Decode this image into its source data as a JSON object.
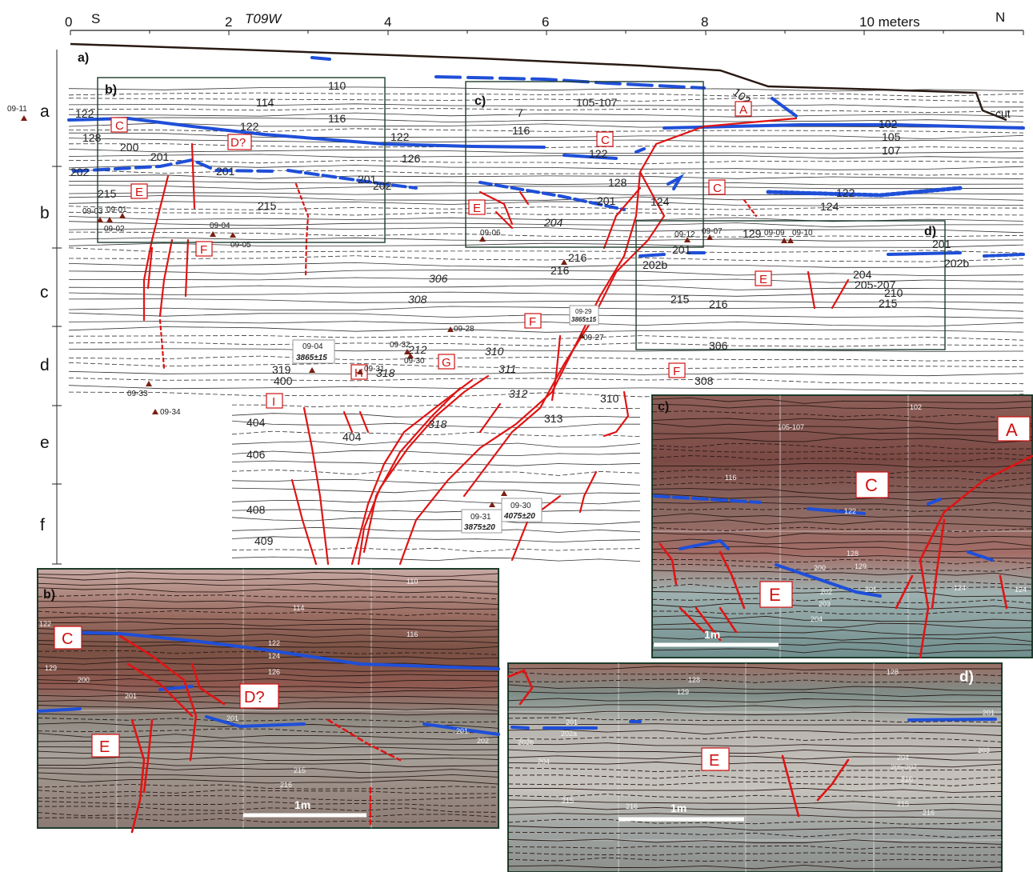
{
  "axis": {
    "title": "T09W",
    "left_label": "S",
    "right_label": "N",
    "ticks": [
      "0",
      "2",
      "4",
      "6",
      "8",
      "10 meters"
    ]
  },
  "row_letters": [
    "a",
    "b",
    "c",
    "d",
    "e",
    "f"
  ],
  "panels": {
    "main": "a)",
    "b_box": "b)",
    "c_box": "c)",
    "d_box": "d)",
    "photo_b": "b)",
    "photo_c": "c)",
    "photo_d": "d)"
  },
  "annotations": {
    "cut": "cut",
    "scale_bar": "1m"
  },
  "event_labels": {
    "A": "A",
    "C": "C",
    "D": "D?",
    "E": "E",
    "F": "F",
    "G": "G",
    "H": "H",
    "I": "I"
  },
  "units": {
    "u110": "110",
    "u114": "114",
    "u116": "116",
    "u122": "122",
    "u128": "128",
    "u200": "200",
    "u201": "201",
    "u202": "202",
    "u215": "215",
    "u7": "7",
    "u105_107": "105-107",
    "u126": "126",
    "u204": "204",
    "u124": "124",
    "u102": "102",
    "u105": "105",
    "u107": "107",
    "u129": "129",
    "u202b": "202b",
    "u216": "216",
    "u205_207": "205-207",
    "u210": "210",
    "u306": "306",
    "u308": "308",
    "u310": "310",
    "u311": "311",
    "u312": "312",
    "u313": "313",
    "u318": "318",
    "u319": "319",
    "u400": "400",
    "u404": "404",
    "u406": "406",
    "u408": "408",
    "u409": "409",
    "u212": "212",
    "u200_photo": "200",
    "u203": "203",
    "u202a": "202a"
  },
  "samples": {
    "s0911": "09-11",
    "s0903": "09-03",
    "s0901": "09-01",
    "s0902": "09-02",
    "s0904": "09-04",
    "s0905": "09-05",
    "s0906": "09-06",
    "s0912": "09-12",
    "s0907": "09-07",
    "s0909": "09-09",
    "s0910": "09-10",
    "s0929": "09-29",
    "s0927": "09-27",
    "s0928": "09-28",
    "s0932": "09-32",
    "s0930": "09-30",
    "s0931": "09-31",
    "s0933": "09-33",
    "s0934": "09-34"
  },
  "ages": {
    "a0904": "3865±15",
    "a0929": "3865±15",
    "a0931": "3875±20",
    "a0930": "4075±20"
  },
  "colors": {
    "fault": "#e01414",
    "marker_bed": "#1f4fd8",
    "box_outline": "#1e3c2c",
    "sample_marker": "#7a1f12"
  }
}
